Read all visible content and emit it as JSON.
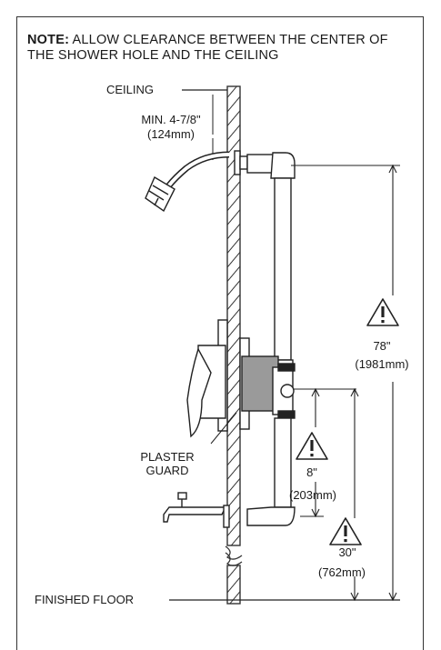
{
  "note": {
    "prefix": "NOTE:",
    "text": " ALLOW CLEARANCE BETWEEN THE CENTER OF THE SHOWER HOLE AND THE CEILING"
  },
  "labels": {
    "ceiling": "CEILING",
    "min_clearance": "MIN. 4-7/8\"",
    "min_clearance_mm": "(124mm)",
    "plaster_guard_line1": "PLASTER",
    "plaster_guard_line2": "GUARD",
    "finished_floor": "FINISHED FLOOR"
  },
  "dimensions": {
    "showerhead_height": "78\"",
    "showerhead_height_mm": "(1981mm)",
    "valve_to_spout": "8\"",
    "valve_to_spout_mm": "(203mm)",
    "valve_height": "30\"",
    "valve_height_mm": "(762mm)"
  },
  "colors": {
    "line": "#222222",
    "pipe_fill": "#ffffff",
    "guard_fill": "#9a9a9a"
  },
  "icons": [
    "warning-triangle-icon",
    "warning-triangle-icon",
    "warning-triangle-icon"
  ]
}
